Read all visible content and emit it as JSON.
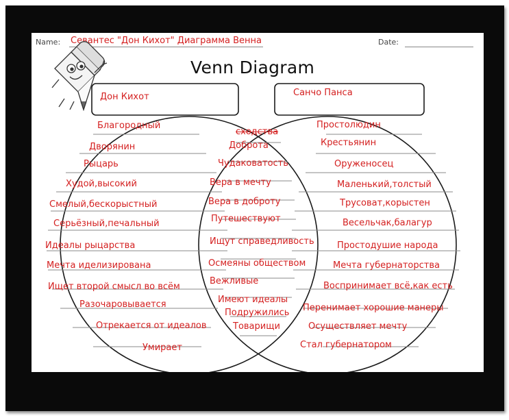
{
  "worksheet": {
    "name_label": "Name:",
    "name_value": "Севантес \"Дон Кихот\" Диаграмма Венна",
    "date_label": "Date:",
    "title": "Venn Diagram"
  },
  "left_set": {
    "name": "Дон Кихот",
    "items": [
      "Благородный",
      "Дворянин",
      "Рыцарь",
      "Худой,высокий",
      "Смелый,бескорыстный",
      "Серьёзный,печальный",
      "Идеалы рыцарства",
      "Мечта иделизирована",
      "Ищет второй смысл во всём",
      "Разочаровывается",
      "Отрекается от идеалов",
      "Умирает"
    ]
  },
  "intersection": {
    "heading": "сходства",
    "items": [
      "Доброта",
      "Чудаковатость",
      "Вера в мечту",
      "Вера в доброту",
      "Путешествуют",
      "Ищут справедливость",
      "Осмеяны обществом",
      "Вежливые",
      "Имеют идеалы",
      "Подружились",
      "Товарищи"
    ]
  },
  "right_set": {
    "name": "Санчо Панса",
    "items": [
      "Простолюдин",
      "Крестьянин",
      "Оруженосец",
      "Маленький,толстый",
      "Трусоват,корыстен",
      "Весельчак,балагур",
      "Простодушие народа",
      "Мечта губернаторства",
      "Воспринимает всё,как есть",
      "Перенимает хорошие манеры",
      "Осуществляет мечту",
      "Стал губернатором"
    ]
  },
  "colors": {
    "handwriting": "#d42020",
    "frame": "#0a0a0a",
    "ink": "#111111"
  }
}
